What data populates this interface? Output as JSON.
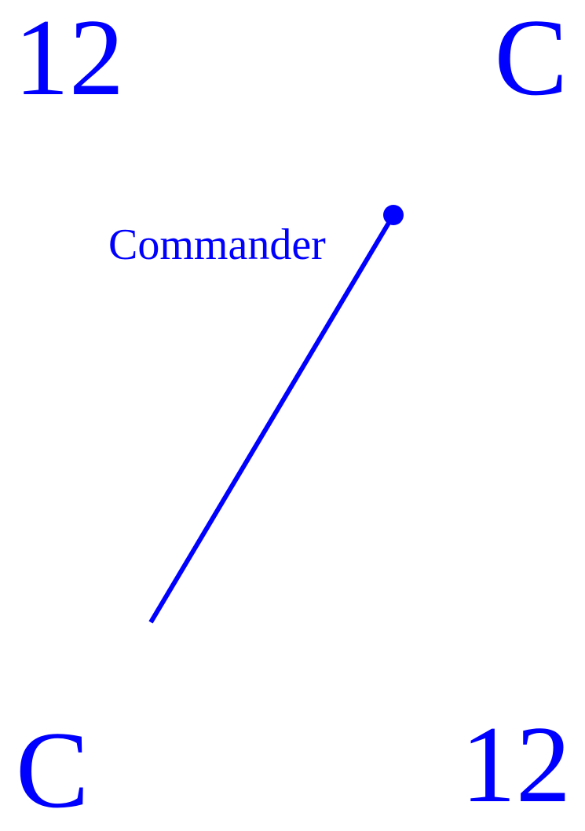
{
  "card": {
    "rank": "12",
    "suit_letter": "C",
    "role": "Commander",
    "ink_color": "#0000ff"
  },
  "figure": {
    "type": "pointer-line-with-dot"
  }
}
